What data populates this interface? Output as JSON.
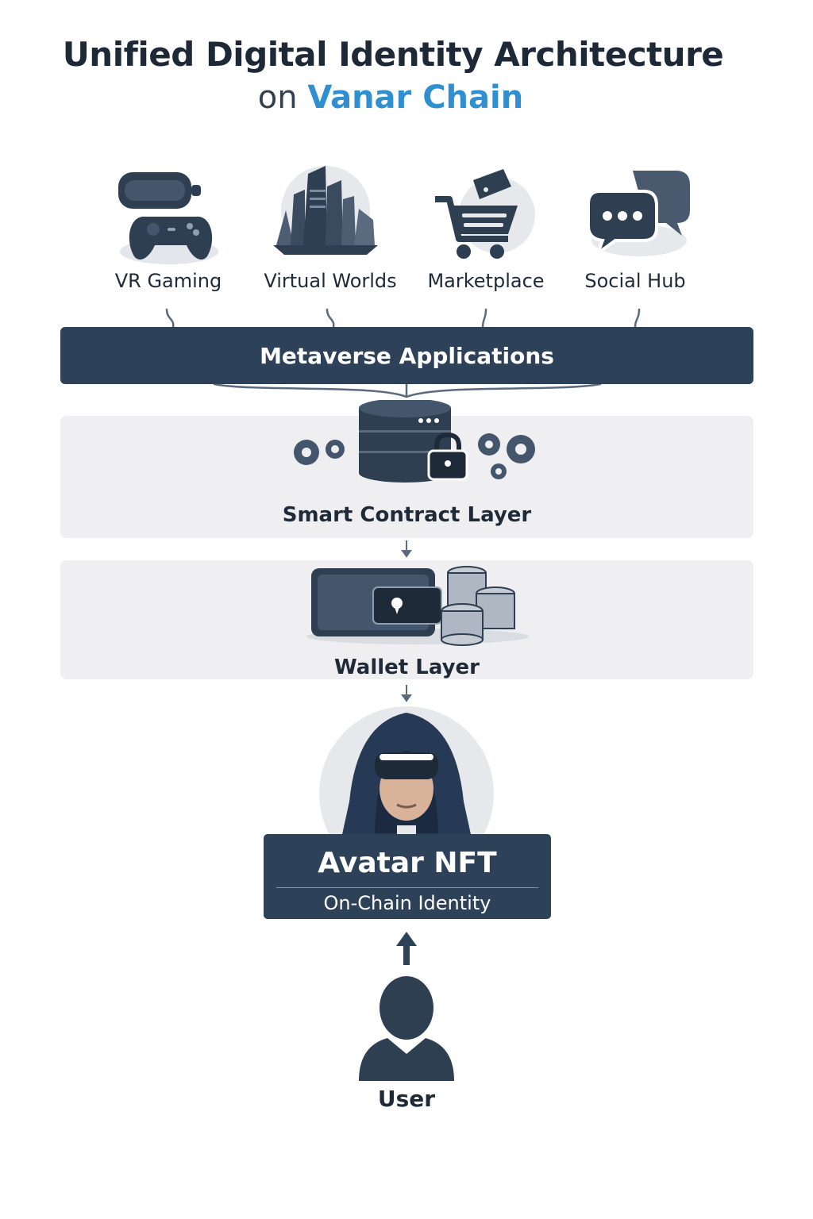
{
  "header": {
    "title": "Unified Digital Identity Architecture",
    "subtitle_prefix": "on",
    "subtitle_accent": "Vanar Chain"
  },
  "applications": [
    {
      "label": "VR Gaming",
      "icon": "vr-gaming-icon"
    },
    {
      "label": "Virtual Worlds",
      "icon": "virtual-worlds-icon"
    },
    {
      "label": "Marketplace",
      "icon": "shopping-cart-icon"
    },
    {
      "label": "Social Hub",
      "icon": "chat-bubbles-icon"
    }
  ],
  "layers": {
    "metaverse": "Metaverse Applications",
    "smart_contract": "Smart Contract Layer",
    "wallet": "Wallet Layer"
  },
  "avatar": {
    "title": "Avatar NFT",
    "subtitle": "On-Chain Identity"
  },
  "user": {
    "label": "User"
  },
  "colors": {
    "primary": "#2d4259",
    "accent": "#2f8fd0",
    "panel": "#efeff2",
    "text": "#1f2a38"
  }
}
